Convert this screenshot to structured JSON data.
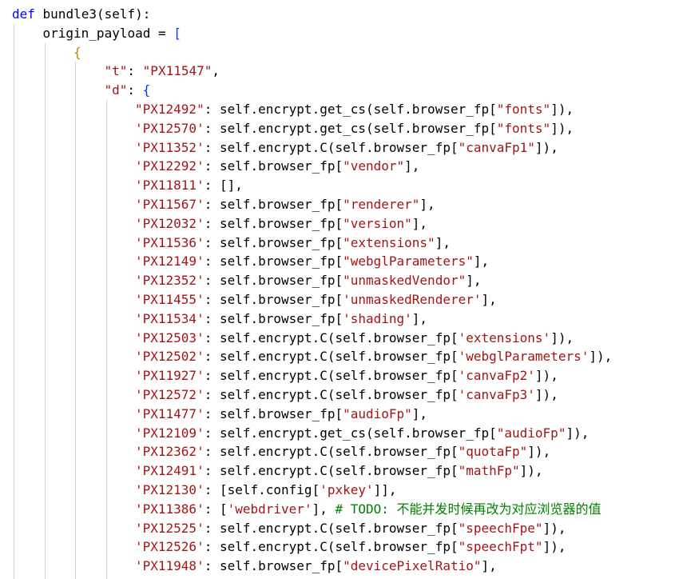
{
  "editor": {
    "language": "python",
    "colors": {
      "keyword": "#0000ff",
      "string": "#a31515",
      "bracket_blue": "#0431fa",
      "bracket_gold": "#b58900",
      "comment": "#008000",
      "text": "#000000",
      "indent_guide": "#d3d3d3"
    },
    "lines": [
      {
        "indent": 0,
        "tokens": [
          {
            "t": "def",
            "c": "kw"
          },
          {
            "t": " bundle3(self):",
            "c": "plain"
          }
        ]
      },
      {
        "indent": 1,
        "tokens": [
          {
            "t": "origin_payload = ",
            "c": "plain"
          },
          {
            "t": "[",
            "c": "br-blue"
          }
        ]
      },
      {
        "indent": 2,
        "tokens": [
          {
            "t": "{",
            "c": "br-gold"
          }
        ]
      },
      {
        "indent": 3,
        "tokens": [
          {
            "t": "\"t\"",
            "c": "str"
          },
          {
            "t": ": ",
            "c": "plain"
          },
          {
            "t": "\"PX11547\"",
            "c": "str"
          },
          {
            "t": ",",
            "c": "plain"
          }
        ]
      },
      {
        "indent": 3,
        "tokens": [
          {
            "t": "\"d\"",
            "c": "str"
          },
          {
            "t": ": ",
            "c": "plain"
          },
          {
            "t": "{",
            "c": "br-blue"
          }
        ]
      },
      {
        "indent": 4,
        "tokens": [
          {
            "t": "\"PX12492\"",
            "c": "str"
          },
          {
            "t": ": self.encrypt.get_cs(self.browser_fp[",
            "c": "plain"
          },
          {
            "t": "\"fonts\"",
            "c": "str"
          },
          {
            "t": "]),",
            "c": "plain"
          }
        ]
      },
      {
        "indent": 4,
        "tokens": [
          {
            "t": "'PX12570'",
            "c": "str"
          },
          {
            "t": ": self.encrypt.get_cs(self.browser_fp[",
            "c": "plain"
          },
          {
            "t": "\"fonts\"",
            "c": "str"
          },
          {
            "t": "]),",
            "c": "plain"
          }
        ]
      },
      {
        "indent": 4,
        "tokens": [
          {
            "t": "'PX11352'",
            "c": "str"
          },
          {
            "t": ": self.encrypt.C(self.browser_fp[",
            "c": "plain"
          },
          {
            "t": "\"canvaFp1\"",
            "c": "str"
          },
          {
            "t": "]),",
            "c": "plain"
          }
        ]
      },
      {
        "indent": 4,
        "tokens": [
          {
            "t": "'PX12292'",
            "c": "str"
          },
          {
            "t": ": self.browser_fp[",
            "c": "plain"
          },
          {
            "t": "\"vendor\"",
            "c": "str"
          },
          {
            "t": "],",
            "c": "plain"
          }
        ]
      },
      {
        "indent": 4,
        "tokens": [
          {
            "t": "'PX11811'",
            "c": "str"
          },
          {
            "t": ": [],",
            "c": "plain"
          }
        ]
      },
      {
        "indent": 4,
        "tokens": [
          {
            "t": "'PX11567'",
            "c": "str"
          },
          {
            "t": ": self.browser_fp[",
            "c": "plain"
          },
          {
            "t": "\"renderer\"",
            "c": "str"
          },
          {
            "t": "],",
            "c": "plain"
          }
        ]
      },
      {
        "indent": 4,
        "tokens": [
          {
            "t": "'PX12032'",
            "c": "str"
          },
          {
            "t": ": self.browser_fp[",
            "c": "plain"
          },
          {
            "t": "\"version\"",
            "c": "str"
          },
          {
            "t": "],",
            "c": "plain"
          }
        ]
      },
      {
        "indent": 4,
        "tokens": [
          {
            "t": "'PX11536'",
            "c": "str"
          },
          {
            "t": ": self.browser_fp[",
            "c": "plain"
          },
          {
            "t": "\"extensions\"",
            "c": "str"
          },
          {
            "t": "],",
            "c": "plain"
          }
        ]
      },
      {
        "indent": 4,
        "tokens": [
          {
            "t": "'PX12149'",
            "c": "str"
          },
          {
            "t": ": self.browser_fp[",
            "c": "plain"
          },
          {
            "t": "\"webglParameters\"",
            "c": "str"
          },
          {
            "t": "],",
            "c": "plain"
          }
        ]
      },
      {
        "indent": 4,
        "tokens": [
          {
            "t": "'PX12352'",
            "c": "str"
          },
          {
            "t": ": self.browser_fp[",
            "c": "plain"
          },
          {
            "t": "\"unmaskedVendor\"",
            "c": "str"
          },
          {
            "t": "],",
            "c": "plain"
          }
        ]
      },
      {
        "indent": 4,
        "tokens": [
          {
            "t": "'PX11455'",
            "c": "str"
          },
          {
            "t": ": self.browser_fp[",
            "c": "plain"
          },
          {
            "t": "'unmaskedRenderer'",
            "c": "str"
          },
          {
            "t": "],",
            "c": "plain"
          }
        ]
      },
      {
        "indent": 4,
        "tokens": [
          {
            "t": "'PX11534'",
            "c": "str"
          },
          {
            "t": ": self.browser_fp[",
            "c": "plain"
          },
          {
            "t": "'shading'",
            "c": "str"
          },
          {
            "t": "],",
            "c": "plain"
          }
        ]
      },
      {
        "indent": 4,
        "tokens": [
          {
            "t": "'PX12503'",
            "c": "str"
          },
          {
            "t": ": self.encrypt.C(self.browser_fp[",
            "c": "plain"
          },
          {
            "t": "'extensions'",
            "c": "str"
          },
          {
            "t": "]),",
            "c": "plain"
          }
        ]
      },
      {
        "indent": 4,
        "tokens": [
          {
            "t": "'PX12502'",
            "c": "str"
          },
          {
            "t": ": self.encrypt.C(self.browser_fp[",
            "c": "plain"
          },
          {
            "t": "'webglParameters'",
            "c": "str"
          },
          {
            "t": "]),",
            "c": "plain"
          }
        ]
      },
      {
        "indent": 4,
        "tokens": [
          {
            "t": "'PX11927'",
            "c": "str"
          },
          {
            "t": ": self.encrypt.C(self.browser_fp[",
            "c": "plain"
          },
          {
            "t": "'canvaFp2'",
            "c": "str"
          },
          {
            "t": "]),",
            "c": "plain"
          }
        ]
      },
      {
        "indent": 4,
        "tokens": [
          {
            "t": "'PX12572'",
            "c": "str"
          },
          {
            "t": ": self.encrypt.C(self.browser_fp[",
            "c": "plain"
          },
          {
            "t": "'canvaFp3'",
            "c": "str"
          },
          {
            "t": "]),",
            "c": "plain"
          }
        ]
      },
      {
        "indent": 4,
        "tokens": [
          {
            "t": "'PX11477'",
            "c": "str"
          },
          {
            "t": ": self.browser_fp[",
            "c": "plain"
          },
          {
            "t": "\"audioFp\"",
            "c": "str"
          },
          {
            "t": "],",
            "c": "plain"
          }
        ]
      },
      {
        "indent": 4,
        "tokens": [
          {
            "t": "'PX12109'",
            "c": "str"
          },
          {
            "t": ": self.encrypt.get_cs(self.browser_fp[",
            "c": "plain"
          },
          {
            "t": "\"audioFp\"",
            "c": "str"
          },
          {
            "t": "]),",
            "c": "plain"
          }
        ]
      },
      {
        "indent": 4,
        "tokens": [
          {
            "t": "'PX12362'",
            "c": "str"
          },
          {
            "t": ": self.encrypt.C(self.browser_fp[",
            "c": "plain"
          },
          {
            "t": "\"quotaFp\"",
            "c": "str"
          },
          {
            "t": "]),",
            "c": "plain"
          }
        ]
      },
      {
        "indent": 4,
        "tokens": [
          {
            "t": "'PX12491'",
            "c": "str"
          },
          {
            "t": ": self.encrypt.C(self.browser_fp[",
            "c": "plain"
          },
          {
            "t": "\"mathFp\"",
            "c": "str"
          },
          {
            "t": "]),",
            "c": "plain"
          }
        ]
      },
      {
        "indent": 4,
        "tokens": [
          {
            "t": "'PX12130'",
            "c": "str"
          },
          {
            "t": ": [self.config[",
            "c": "plain"
          },
          {
            "t": "'pxkey'",
            "c": "str"
          },
          {
            "t": "]],",
            "c": "plain"
          }
        ]
      },
      {
        "indent": 4,
        "tokens": [
          {
            "t": "'PX11386'",
            "c": "str"
          },
          {
            "t": ": [",
            "c": "plain"
          },
          {
            "t": "'webdriver'",
            "c": "str"
          },
          {
            "t": "], ",
            "c": "plain"
          },
          {
            "t": "# TODO: 不能并发时候再改为对应浏览器的值",
            "c": "cmt"
          }
        ]
      },
      {
        "indent": 4,
        "tokens": [
          {
            "t": "'PX12525'",
            "c": "str"
          },
          {
            "t": ": self.encrypt.C(self.browser_fp[",
            "c": "plain"
          },
          {
            "t": "\"speechFpe\"",
            "c": "str"
          },
          {
            "t": "]),",
            "c": "plain"
          }
        ]
      },
      {
        "indent": 4,
        "tokens": [
          {
            "t": "'PX12526'",
            "c": "str"
          },
          {
            "t": ": self.encrypt.C(self.browser_fp[",
            "c": "plain"
          },
          {
            "t": "\"speechFpt\"",
            "c": "str"
          },
          {
            "t": "]),",
            "c": "plain"
          }
        ]
      },
      {
        "indent": 4,
        "tokens": [
          {
            "t": "'PX11948'",
            "c": "str"
          },
          {
            "t": ": self.browser_fp[",
            "c": "plain"
          },
          {
            "t": "\"devicePixelRatio\"",
            "c": "str"
          },
          {
            "t": "],",
            "c": "plain"
          }
        ]
      }
    ]
  }
}
